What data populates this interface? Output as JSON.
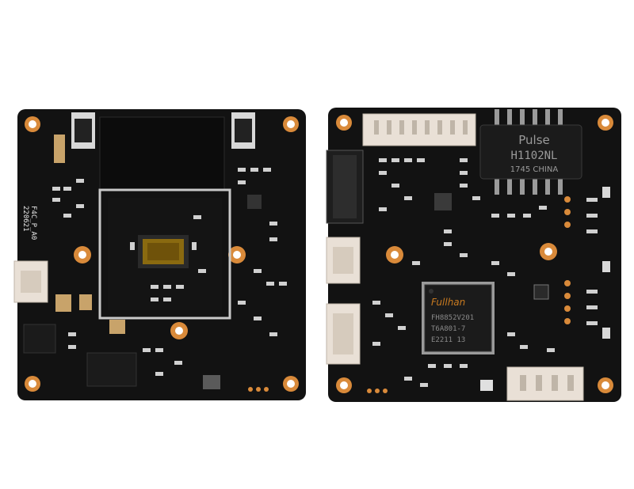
{
  "colors": {
    "background": "#ffffff",
    "board": "#121212",
    "copper_ring": "#d98a3a",
    "silkscreen": "#e8e8e8",
    "connector": "#e9e0d6",
    "sensor": "#8a6a10",
    "chip": "#1b1b1b"
  },
  "left_board": {
    "silk_version": "F4C_P_A0",
    "silk_date": "220621"
  },
  "right_board": {
    "transformer_brand": "Pulse",
    "transformer_model": "H1102NL",
    "transformer_lot": "1745 CHINA",
    "soc_brand": "Fullhan",
    "soc_line1": "FH8852V201",
    "soc_line2": "T6A801-7",
    "soc_line3": "E2211 13"
  }
}
